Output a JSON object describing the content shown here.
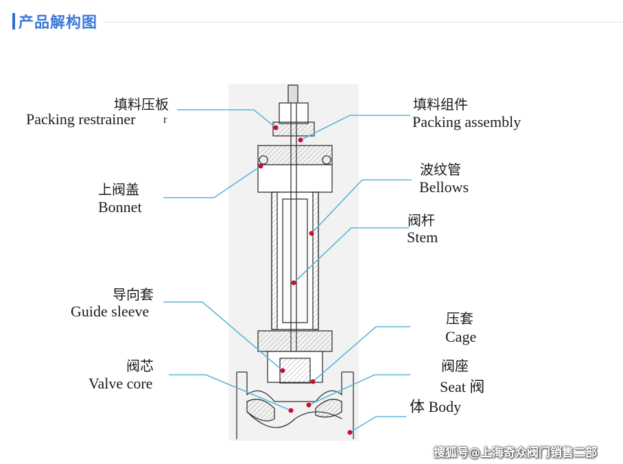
{
  "header": {
    "title": "产品解构图"
  },
  "labels": {
    "packing_restrainer_zh": "填料压板",
    "packing_restrainer_en": "Packing restrainer",
    "packing_restrainer_extra": "r",
    "packing_assembly_zh": "填料组件",
    "packing_assembly_en": "Packing assembly",
    "bonnet_zh": "上阀盖",
    "bonnet_en": "Bonnet",
    "bellows_zh": "波纹管",
    "bellows_en": "Bellows",
    "stem_zh": "阀杆",
    "stem_en": "Stem",
    "guide_sleeve_zh": "导向套",
    "guide_sleeve_en": "Guide sleeve",
    "cage_zh": "压套",
    "cage_en": "Cage",
    "valve_core_zh": "阀芯",
    "valve_core_en": "Valve core",
    "seat_zh": "阀座",
    "seat_en": "Seat 阀",
    "body_line": "体  Body"
  },
  "watermark": "搜狐号@上海奇众阀门销售二部",
  "colors": {
    "leader": "#5bb4d8",
    "marker": "#c8102e",
    "outline": "#333333",
    "hatch": "#888888"
  }
}
